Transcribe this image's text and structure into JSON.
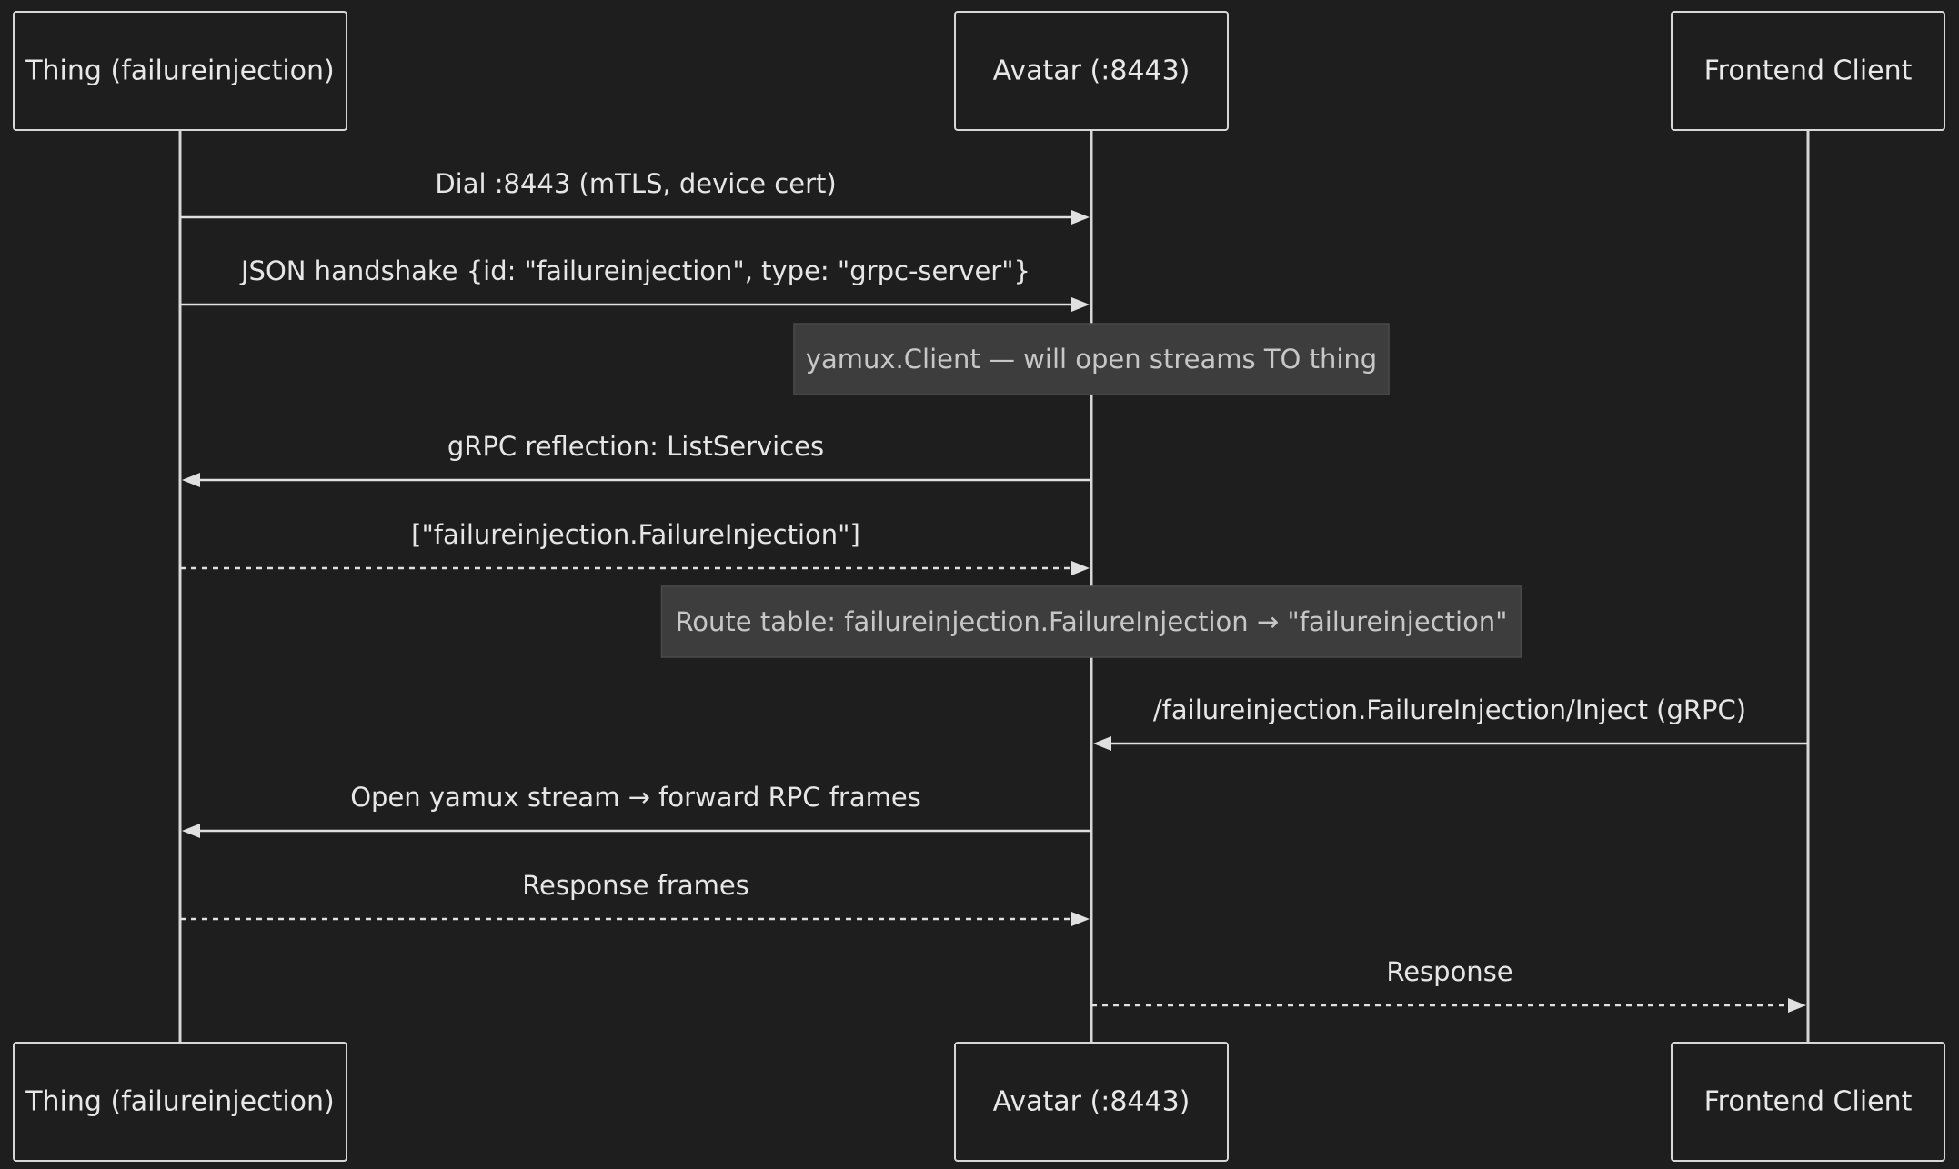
{
  "participants": [
    {
      "id": "thing",
      "label": "Thing (failureinjection)"
    },
    {
      "id": "avatar",
      "label": "Avatar (:8443)"
    },
    {
      "id": "client",
      "label": "Frontend Client"
    }
  ],
  "sequence": [
    {
      "kind": "message",
      "from": "thing",
      "to": "avatar",
      "style": "solid",
      "label": "Dial :8443 (mTLS, device cert)"
    },
    {
      "kind": "message",
      "from": "thing",
      "to": "avatar",
      "style": "solid",
      "label": "JSON handshake {id: \"failureinjection\", type: \"grpc-server\"}"
    },
    {
      "kind": "note",
      "over": "avatar",
      "label": "yamux.Client — will open streams TO thing"
    },
    {
      "kind": "message",
      "from": "avatar",
      "to": "thing",
      "style": "solid",
      "label": "gRPC reflection: ListServices"
    },
    {
      "kind": "message",
      "from": "thing",
      "to": "avatar",
      "style": "dashed",
      "label": "[\"failureinjection.FailureInjection\"]"
    },
    {
      "kind": "note",
      "over": "avatar",
      "label": "Route table: failureinjection.FailureInjection → \"failureinjection\""
    },
    {
      "kind": "message",
      "from": "client",
      "to": "avatar",
      "style": "solid",
      "label": "/failureinjection.FailureInjection/Inject (gRPC)"
    },
    {
      "kind": "message",
      "from": "avatar",
      "to": "thing",
      "style": "solid",
      "label": "Open yamux stream → forward RPC frames"
    },
    {
      "kind": "message",
      "from": "thing",
      "to": "avatar",
      "style": "dashed",
      "label": "Response frames"
    },
    {
      "kind": "message",
      "from": "avatar",
      "to": "client",
      "style": "dashed",
      "label": "Response"
    }
  ],
  "colors": {
    "background": "#1e1e1e",
    "line": "#e0e0e0",
    "note_fill": "#3d3d3d",
    "text": "#e6e6e6"
  }
}
